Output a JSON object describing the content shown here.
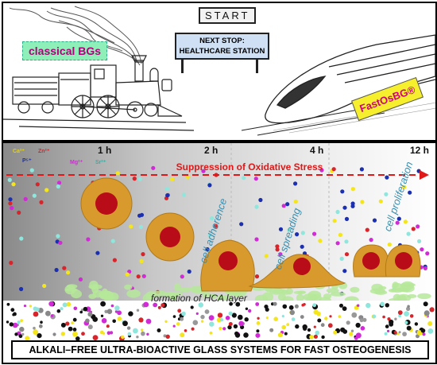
{
  "top_panel": {
    "start_label": "START",
    "sign_line1": "NEXT STOP:",
    "sign_line2": "HEALTHCARE  STATION",
    "classical_label": "classical BGs",
    "fast_label": "FastOsBG®"
  },
  "bottom_panel": {
    "ions": {
      "ca": "Ca²⁺",
      "zn": "Zn²⁺",
      "p": "P⁵⁺",
      "mg": "Mg²⁺",
      "sr": "Sr²⁺"
    },
    "times": [
      "1 h",
      "2 h",
      "4 h",
      "12 h"
    ],
    "oxidative_label": "Suppression of Oxidative Stress",
    "stage_labels": [
      "cell adherence",
      "cell spreading",
      "cell proliferation"
    ],
    "hca_label": "formation of HCA layer",
    "footer": "ALKALI–FREE ULTRA-BIOACTIVE GLASS SYSTEMS FOR FAST OSTEOGENESIS"
  },
  "colors": {
    "cell_body": "#d89a2c",
    "nucleus": "#b80c18",
    "arrow": "#e01818",
    "ion_ca": "#f5e61a",
    "ion_zn": "#d8252b",
    "ion_p": "#1b2fb0",
    "ion_mg": "#d12ad6",
    "ion_sr": "#8fe6dd",
    "hca": "#b6e89a"
  }
}
